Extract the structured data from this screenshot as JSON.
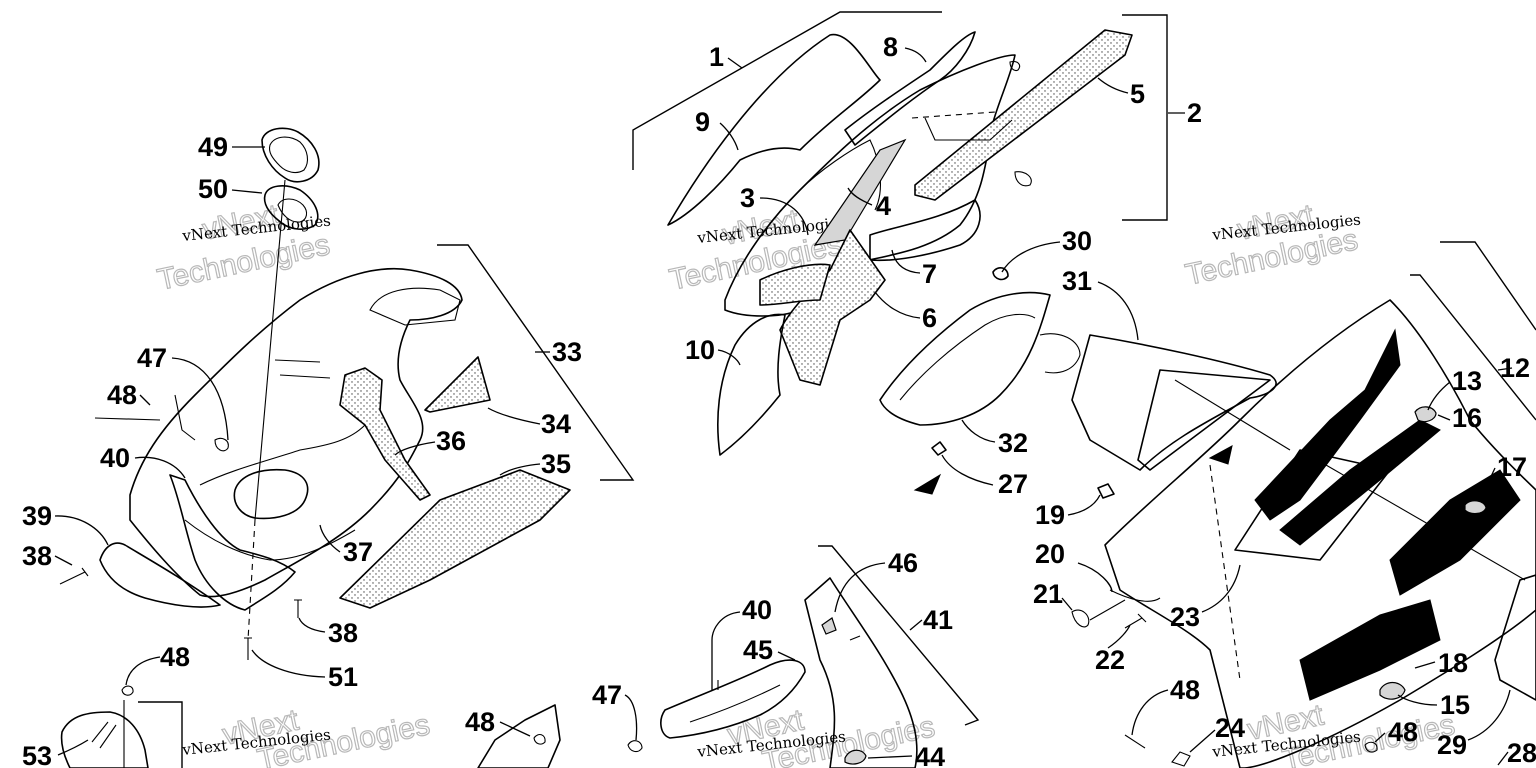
{
  "diagram": {
    "callouts": [
      "1",
      "2",
      "3",
      "4",
      "5",
      "6",
      "7",
      "8",
      "9",
      "10",
      "12",
      "13",
      "15",
      "16",
      "17",
      "18",
      "19",
      "20",
      "21",
      "22",
      "23",
      "24",
      "27",
      "28",
      "29",
      "30",
      "31",
      "32",
      "33",
      "34",
      "35",
      "36",
      "37",
      "38",
      "38",
      "39",
      "40",
      "40",
      "41",
      "44",
      "45",
      "46",
      "47",
      "47",
      "48",
      "48",
      "48",
      "48",
      "48",
      "49",
      "50",
      "51",
      "53"
    ],
    "watermarks": {
      "small": [
        "vNext Technologies",
        "vNext Technologies",
        "vNext Technologies",
        "vNext Technologies",
        "vNext Technologies",
        "vNext Technologies"
      ],
      "large": [
        "vNext",
        "Technologies",
        "vNext",
        "Technologies",
        "vNext",
        "Technologies",
        "vNext",
        "Technologies",
        "vNext",
        "Technologies",
        "vNext",
        "Technologies"
      ]
    }
  }
}
